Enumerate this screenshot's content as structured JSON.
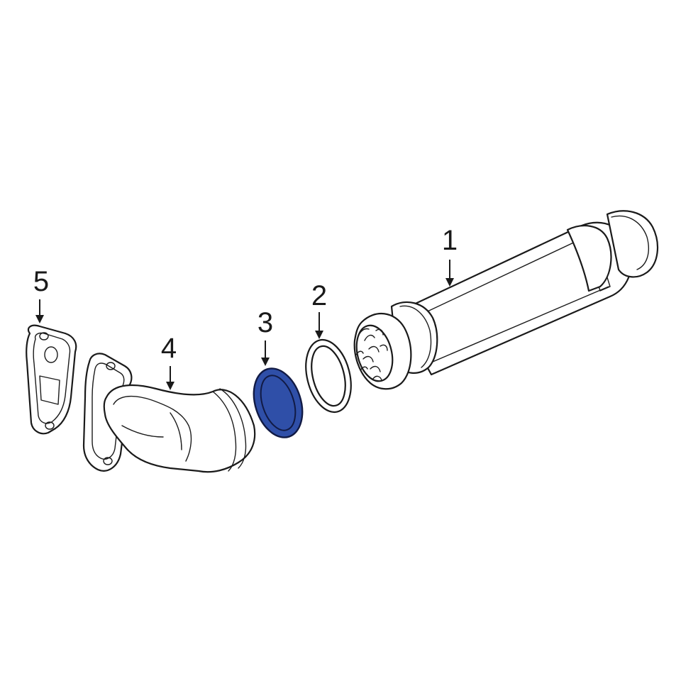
{
  "callouts": [
    {
      "id": "1",
      "label": "1"
    },
    {
      "id": "2",
      "label": "2"
    },
    {
      "id": "3",
      "label": "3"
    },
    {
      "id": "4",
      "label": "4"
    },
    {
      "id": "5",
      "label": "5"
    }
  ],
  "highlight": {
    "part": "3",
    "fill_color": "#2f4fa8",
    "stroke_color": "#111a44"
  },
  "line_color": "#1a1a1a",
  "background_color": "#ffffff"
}
